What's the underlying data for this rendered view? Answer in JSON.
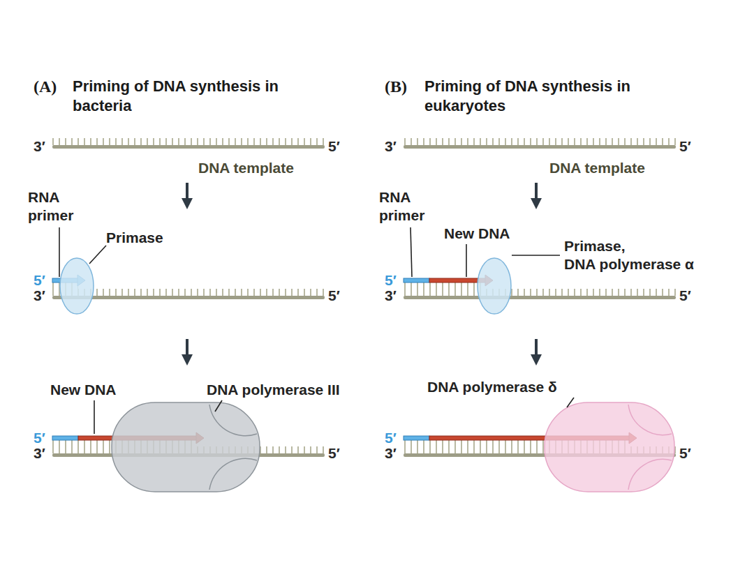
{
  "diagram": {
    "labels": [
      "(A)",
      "Priming of DNA synthesis in bacteria",
      "3′",
      "5′",
      "DNA template",
      "RNA primer",
      "Primase",
      "5′",
      "3′",
      "5′",
      "New DNA",
      "DNA polymerase III",
      "5′",
      "3′",
      "5′",
      "(B)",
      "Priming of DNA synthesis in eukaryotes",
      "3′",
      "5′",
      "DNA template",
      "RNA primer",
      "New DNA",
      "Primase, DNA polymerase α",
      "5′",
      "3′",
      "5′",
      "DNA polymerase δ",
      "5′",
      "3′",
      "5′"
    ]
  }
}
